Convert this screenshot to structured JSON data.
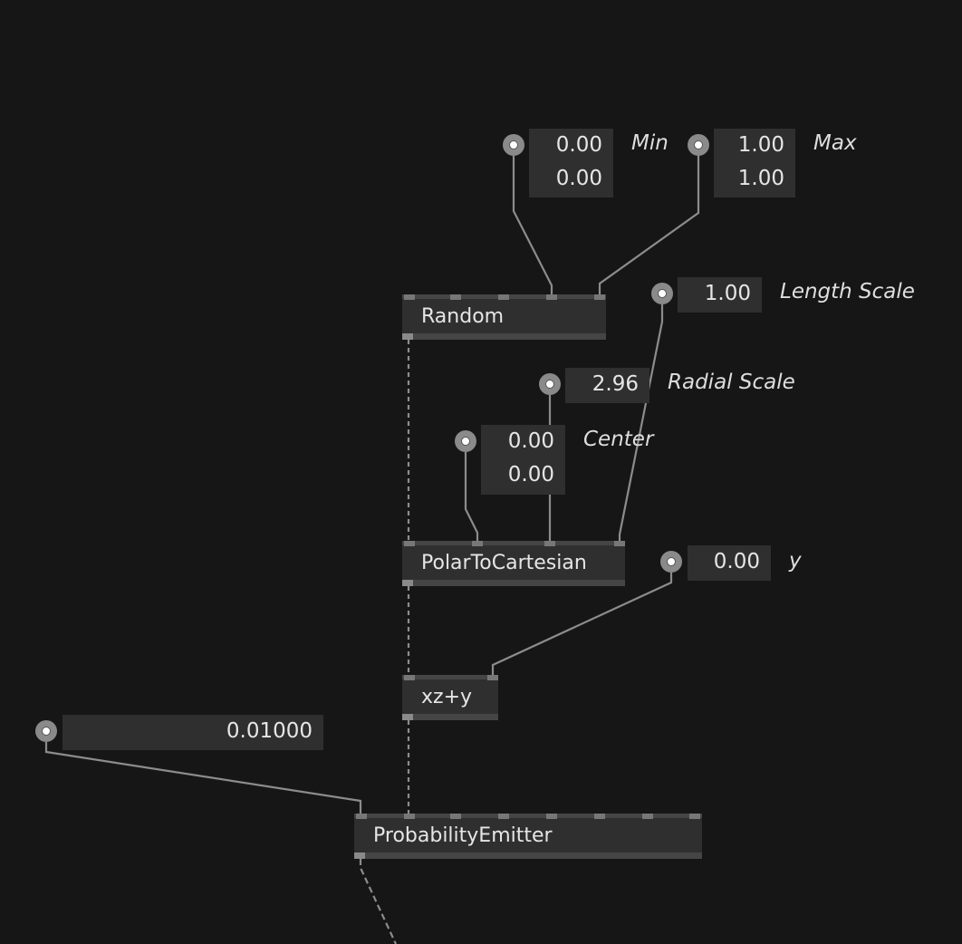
{
  "nodes": {
    "random": {
      "title": "Random"
    },
    "polar": {
      "title": "PolarToCartesian"
    },
    "xzy": {
      "title": "xz+y"
    },
    "emitter": {
      "title": "ProbabilityEmitter"
    }
  },
  "params": {
    "min": {
      "label": "Min",
      "values": [
        "0.00",
        "0.00"
      ]
    },
    "max": {
      "label": "Max",
      "values": [
        "1.00",
        "1.00"
      ]
    },
    "length_scale": {
      "label": "Length Scale",
      "value": "1.00"
    },
    "radial_scale": {
      "label": "Radial Scale",
      "value": "2.96"
    },
    "center": {
      "label": "Center",
      "values": [
        "0.00",
        "0.00"
      ]
    },
    "y": {
      "label": "y",
      "value": "0.00"
    },
    "probability": {
      "value": "0.01000"
    }
  },
  "colors": {
    "background": "#161616",
    "node": "#2f2f2f",
    "node_bar": "#454545",
    "wire": "#8c8c8c",
    "text": "#e6e6e6"
  }
}
